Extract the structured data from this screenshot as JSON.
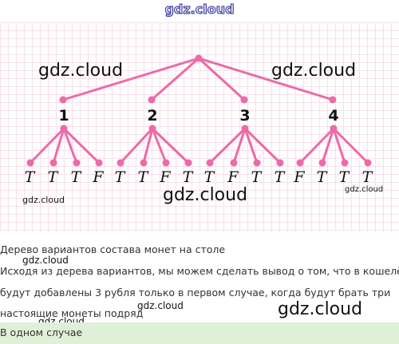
{
  "header_watermark": "gdz.cloud",
  "watermarks": [
    "gdz.cloud",
    "gdz.cloud",
    "gdz.cloud",
    "gdz.cloud",
    "gdz.cloud",
    "gdz.cloud",
    "gdz.cloud",
    "gdz.cloud",
    "gdz.cloud"
  ],
  "tree": {
    "branch_labels": [
      "1",
      "2",
      "3",
      "4"
    ],
    "leaves": [
      [
        "T",
        "T",
        "T",
        "F"
      ],
      [
        "T",
        "T",
        "F",
        "T"
      ],
      [
        "T",
        "F",
        "T",
        "T"
      ],
      [
        "F",
        "T",
        "T",
        "T"
      ]
    ],
    "color": "#ee6aa7"
  },
  "solution": {
    "caption": "Дерево вариантов состава монет на столе",
    "line1": "Исходя из дерева вариантов, мы можем сделать вывод о том, что в кошелёк",
    "line2": "будут добавлены 3 рубля только в первом случае, когда будут брать три",
    "line3": "настоящие монеты подряд",
    "answer": "В одном случае"
  },
  "colors": {
    "tree": "#ee6aa7",
    "answer_bg": "#dff0d8",
    "text": "#333333"
  }
}
